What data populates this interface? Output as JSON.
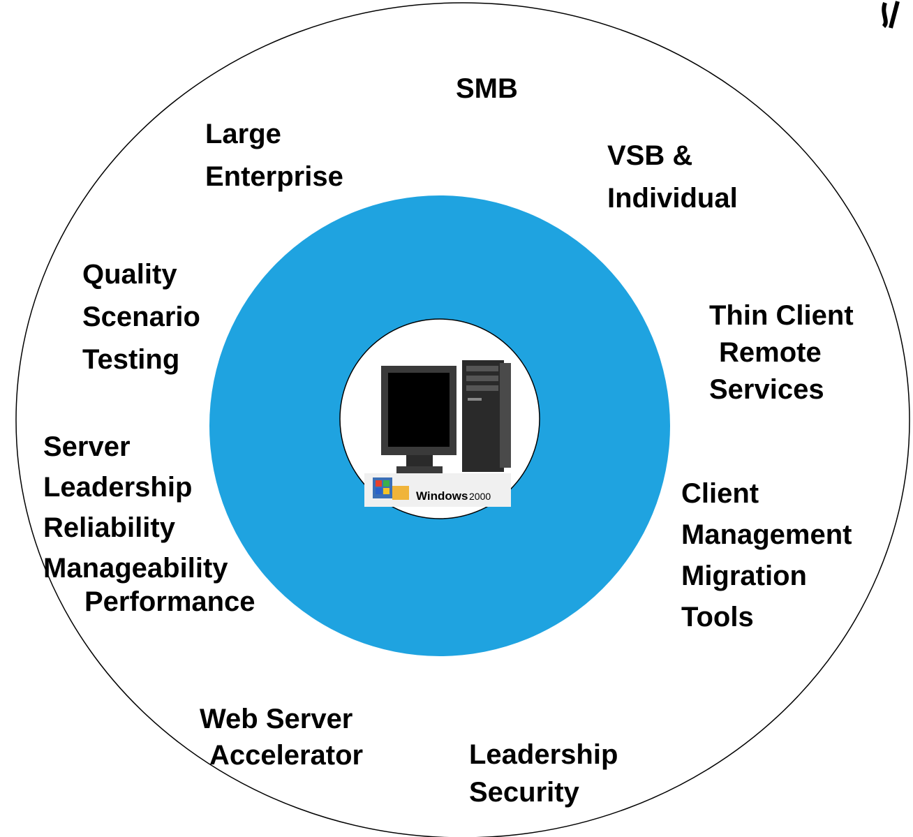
{
  "colors": {
    "outer_stroke": "#000000",
    "ring_fill": "#1fa3e0",
    "inner_fill": "#ffffff",
    "text": "#000000"
  },
  "corner_logo": "ibm-logo-fragment",
  "center": {
    "icon": "pc-and-tower-server-icon",
    "windows_logo": {
      "icon": "windows-flag-icon",
      "text": "Windows",
      "version": "2000"
    }
  },
  "labels": {
    "smb": [
      "SMB"
    ],
    "large_enterprise": [
      "Large",
      "Enterprise"
    ],
    "vsb_individual": [
      "VSB &",
      "Individual"
    ],
    "quality": [
      "Quality",
      "Scenario",
      "Testing"
    ],
    "thin_client": [
      "Thin Client",
      "Remote",
      "Services"
    ],
    "server": [
      "Server",
      "Leadership",
      "Reliability",
      "Manageability"
    ],
    "performance": [
      "Performance"
    ],
    "client_mgmt": [
      "Client",
      "Management",
      "Migration",
      "Tools"
    ],
    "web_server": [
      "Web Server",
      "Accelerator"
    ],
    "leadership_security": [
      "Leadership",
      "Security"
    ]
  }
}
